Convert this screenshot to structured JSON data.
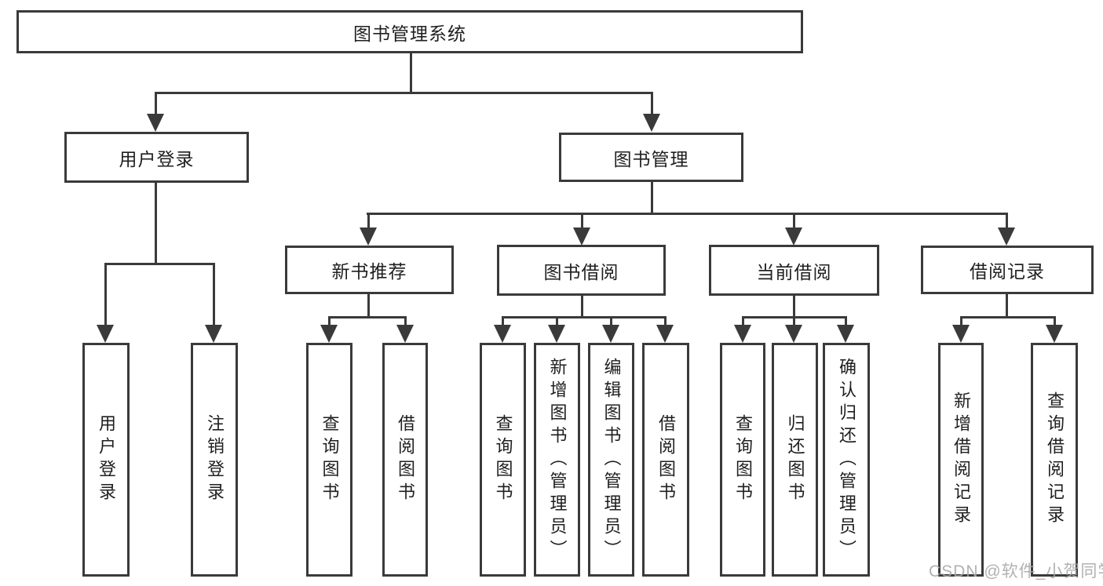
{
  "colors": {
    "line": "#3a3a3a",
    "text": "#1f1f1f",
    "background": "#ffffff",
    "watermark": "#a8a8a8"
  },
  "nodes": {
    "root": {
      "label": "图书管理系统"
    },
    "user_login": {
      "label": "用户登录"
    },
    "book_management": {
      "label": "图书管理"
    },
    "new_book_recommend": {
      "label": "新书推荐"
    },
    "book_borrowing": {
      "label": "图书借阅"
    },
    "current_borrowing": {
      "label": "当前借阅"
    },
    "borrow_records": {
      "label": "借阅记录"
    },
    "leaf_user_login": {
      "label": "用户登录"
    },
    "leaf_logout": {
      "label": "注销登录"
    },
    "leaf_query_books_1": {
      "label": "查询图书"
    },
    "leaf_borrow_books_1": {
      "label": "借阅图书"
    },
    "leaf_query_books_2": {
      "label": "查询图书"
    },
    "leaf_add_books_admin": {
      "label": "新增图书（管理员）"
    },
    "leaf_edit_books_admin": {
      "label": "编辑图书（管理员）"
    },
    "leaf_borrow_books_2": {
      "label": "借阅图书"
    },
    "leaf_query_books_3": {
      "label": "查询图书"
    },
    "leaf_return_books": {
      "label": "归还图书"
    },
    "leaf_confirm_return_admin": {
      "label": "确认归还（管理员）"
    },
    "leaf_add_borrow_record": {
      "label": "新增借阅记录"
    },
    "leaf_query_borrow_record": {
      "label": "查询借阅记录"
    }
  },
  "watermark": {
    "text": "CSDN @软件_小贺同学"
  }
}
